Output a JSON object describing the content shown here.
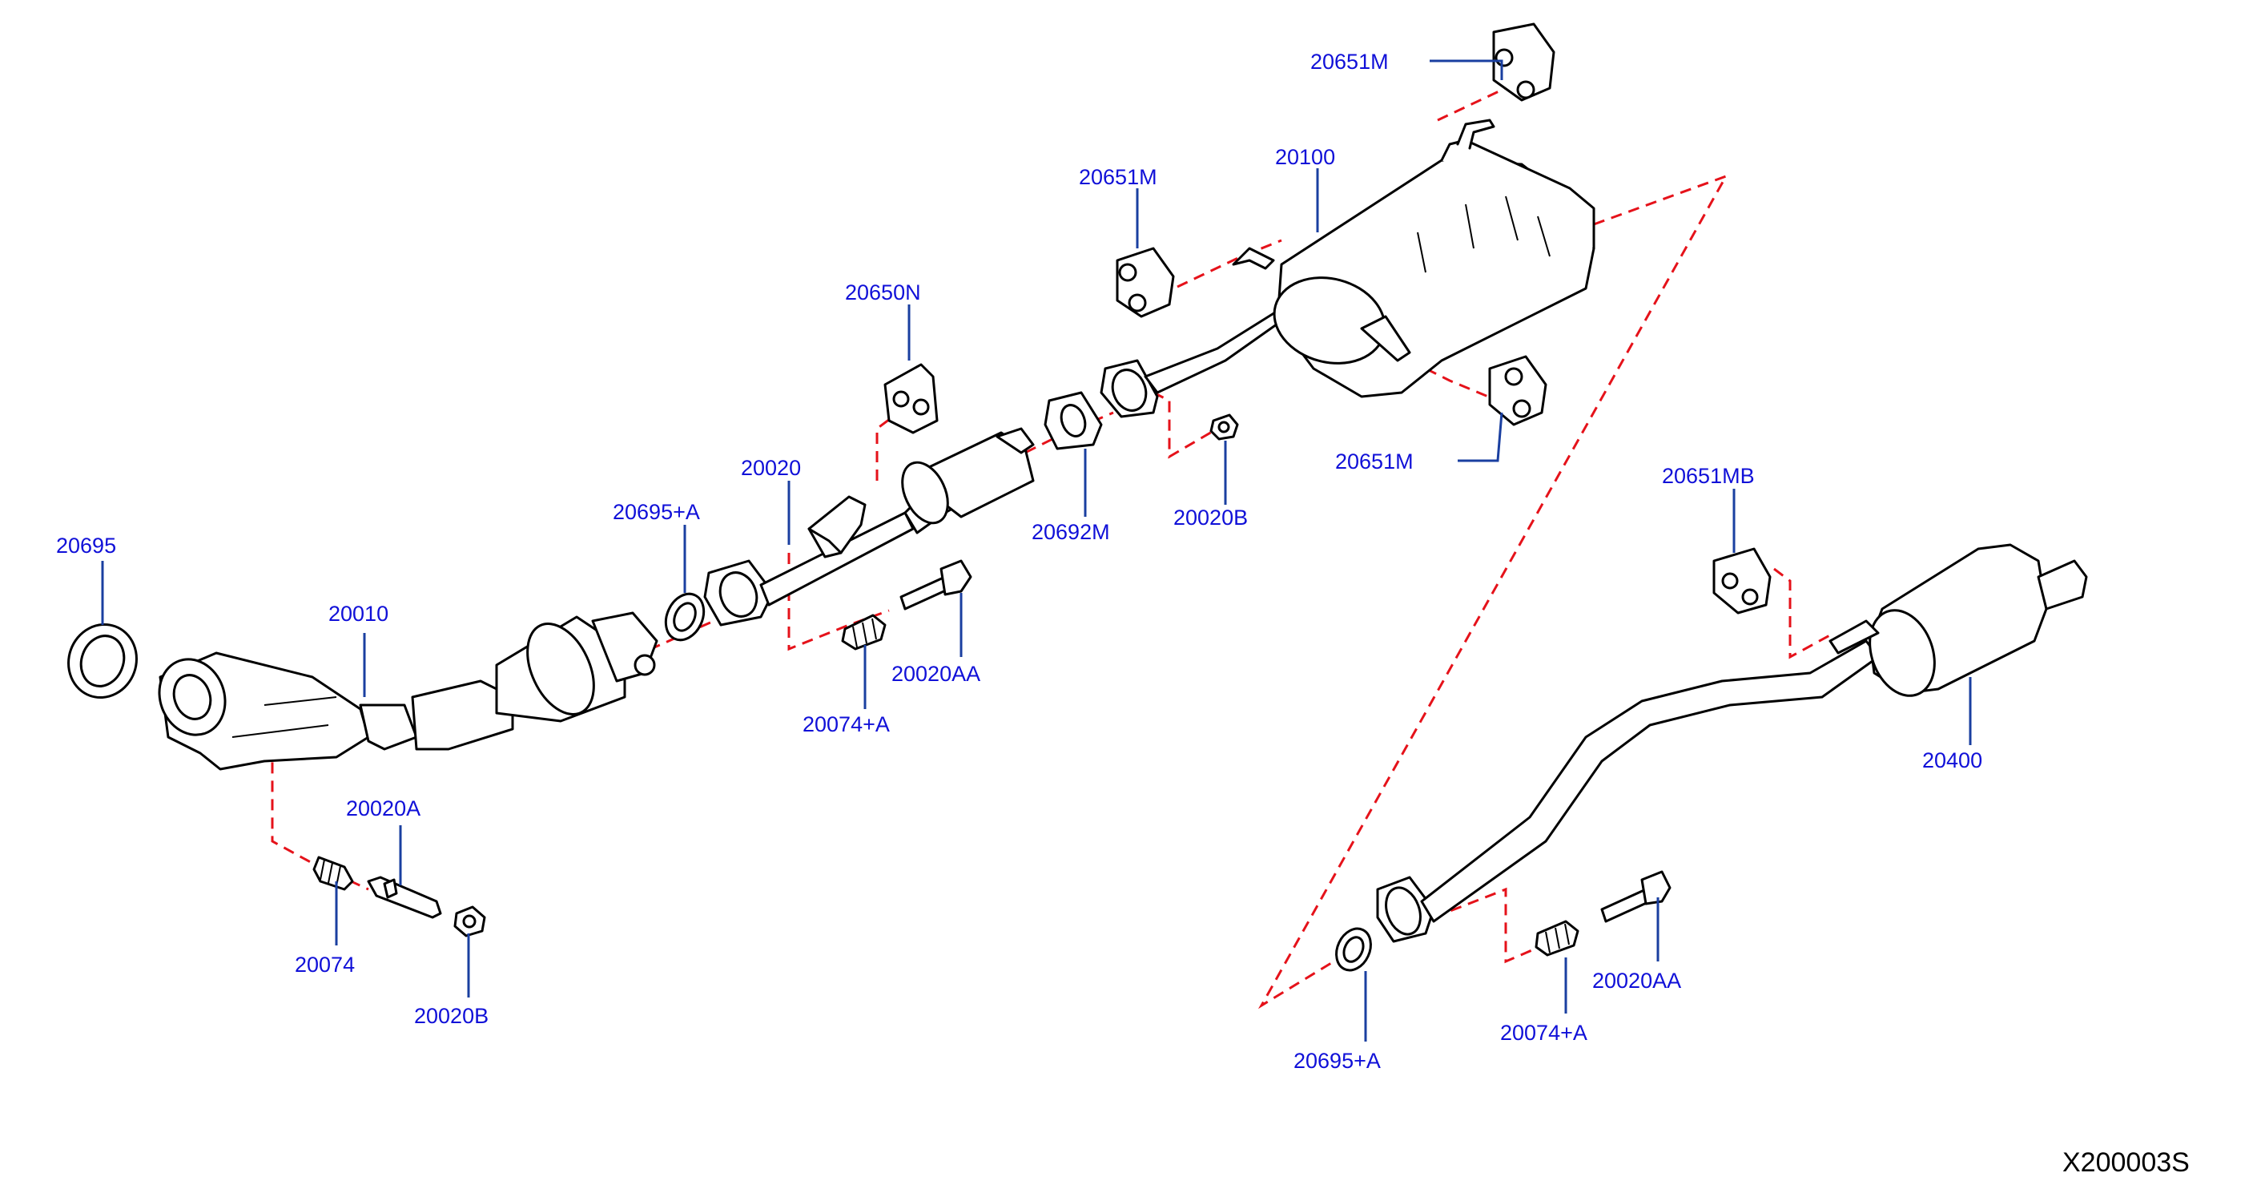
{
  "callouts": {
    "c20695": "20695",
    "c20010": "20010",
    "c20020A": "20020A",
    "c20074": "20074",
    "c20020B_a": "20020B",
    "c20695A_a": "20695+A",
    "c20020": "20020",
    "c20650N": "20650N",
    "c20074A_a": "20074+A",
    "c20020AA_a": "20020AA",
    "c20692M": "20692M",
    "c20020B_b": "20020B",
    "c20651M_a": "20651M",
    "c20100": "20100",
    "c20651M_b": "20651M",
    "c20651M_c": "20651M",
    "c20651MB": "20651MB",
    "c20400": "20400",
    "c20695A_b": "20695+A",
    "c20074A_b": "20074+A",
    "c20020AA_b": "20020AA"
  },
  "diagram_code": "X200003S",
  "colors": {
    "callout_text": "#1010d8",
    "leader": "#1a3fa0",
    "dashed_guide": "#e5121a",
    "outline": "#000000"
  }
}
